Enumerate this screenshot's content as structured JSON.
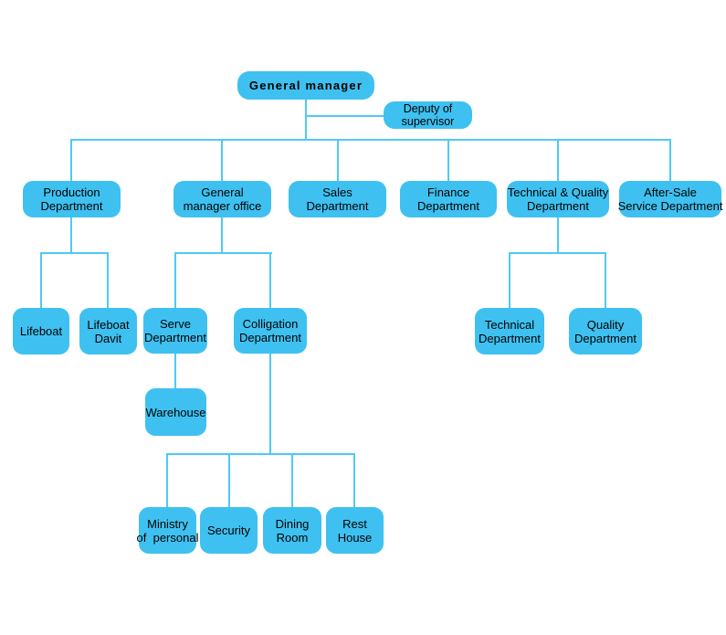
{
  "diagram": {
    "type": "org-chart",
    "colors": {
      "background": "#FFFFFF",
      "node_fill": "#3EC1F0",
      "line": "#4FC9F4",
      "text": "#000000"
    },
    "nodes": {
      "general_manager": {
        "label": "General manager"
      },
      "deputy_of_supervisor": {
        "label": "Deputy of\nsupervisor"
      },
      "production_department": {
        "label": "Production\nDepartment"
      },
      "general_manager_office": {
        "label": "General\nmanager office"
      },
      "sales_department": {
        "label": "Sales\nDepartment"
      },
      "finance_department": {
        "label": "Finance\nDepartment"
      },
      "technical_quality_department": {
        "label": "Technical & Quality\nDepartment"
      },
      "after_sale_service_department": {
        "label": "After-Sale\nService Department"
      },
      "lifeboat": {
        "label": "Lifeboat"
      },
      "lifeboat_davit": {
        "label": "Lifeboat\nDavit"
      },
      "serve_department": {
        "label": "Serve\nDepartment"
      },
      "colligation_department": {
        "label": "Colligation\nDepartment"
      },
      "warehouse": {
        "label": "Warehouse"
      },
      "technical_department": {
        "label": "Technical\nDepartment"
      },
      "quality_department": {
        "label": "Quality\nDepartment"
      },
      "ministry_of_personal": {
        "label": "Ministry\nof  personal"
      },
      "security": {
        "label": "Security"
      },
      "dining_room": {
        "label": "Dining\nRoom"
      },
      "rest_house": {
        "label": "Rest\nHouse"
      }
    },
    "structure": {
      "root": "General manager",
      "assistant": "Deputy of supervisor",
      "children": {
        "Production Department": [
          "Lifeboat",
          "Lifeboat Davit"
        ],
        "General manager office": {
          "Serve Department": [
            "Warehouse"
          ],
          "Colligation Department": [
            "Ministry of personal",
            "Security",
            "Dining Room",
            "Rest House"
          ]
        },
        "Sales Department": [],
        "Finance Department": [],
        "Technical & Quality Department": [
          "Technical Department",
          "Quality Department"
        ],
        "After-Sale Service Department": []
      }
    }
  }
}
